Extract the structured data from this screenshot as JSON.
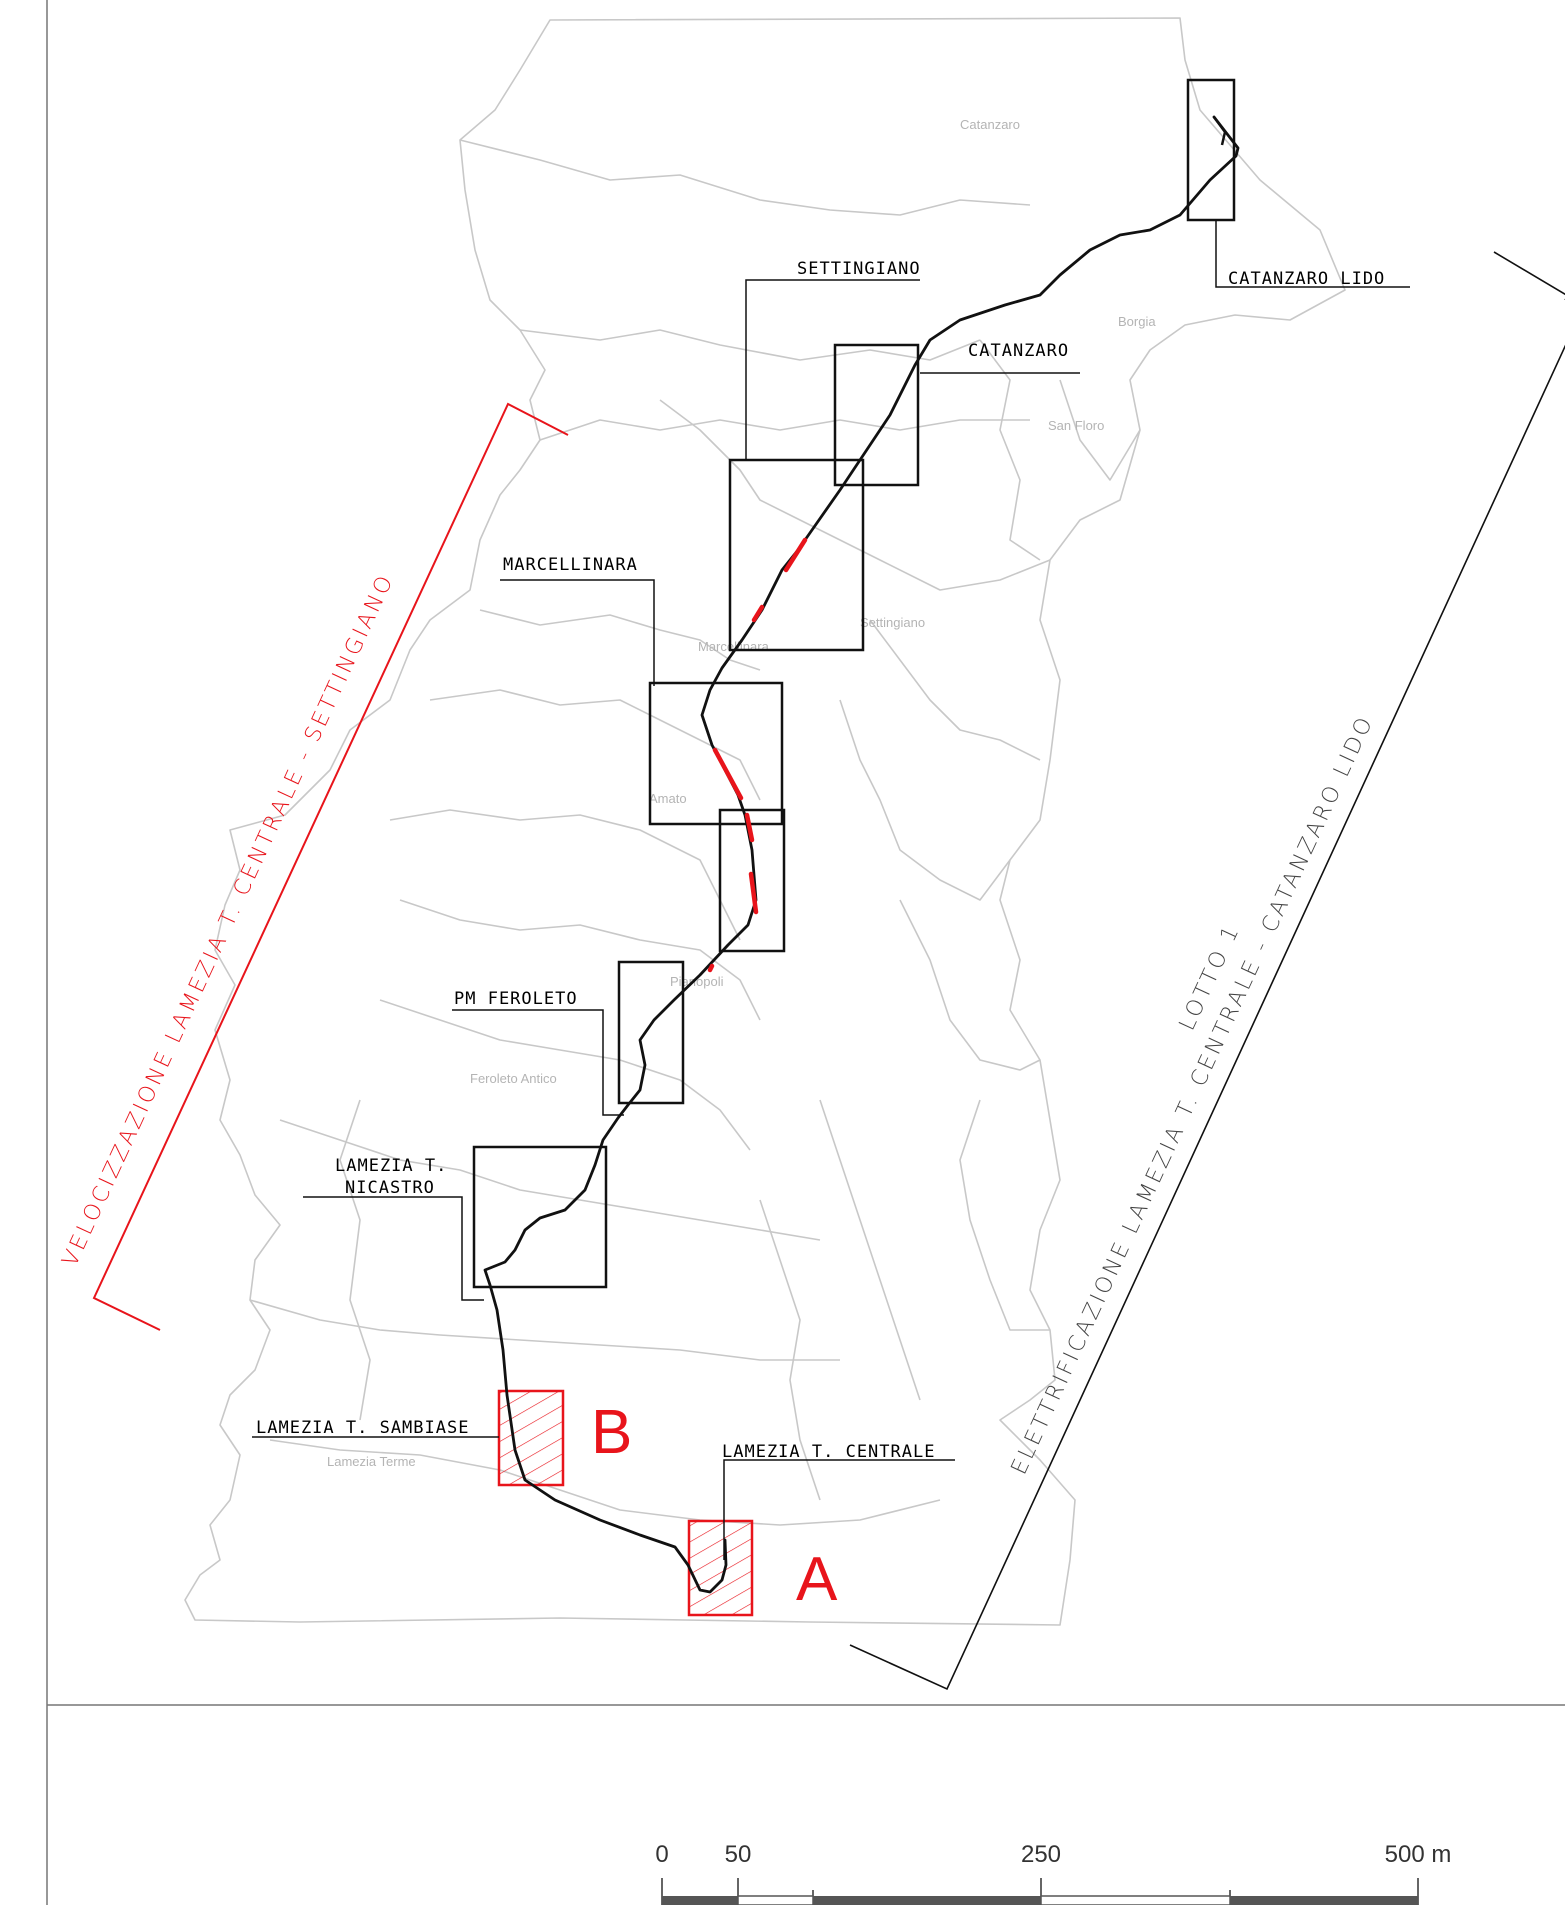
{
  "towns": [
    {
      "id": "catanzaro",
      "label": "Catanzaro"
    },
    {
      "id": "borgia",
      "label": "Borgia"
    },
    {
      "id": "san-floro",
      "label": "San Floro"
    },
    {
      "id": "settingiano",
      "label": "Settingiano"
    },
    {
      "id": "marcellinara",
      "label": "Marcellinara"
    },
    {
      "id": "amato",
      "label": "Amato"
    },
    {
      "id": "pianopoli",
      "label": "Pianopoli"
    },
    {
      "id": "feroleto-antico",
      "label": "Feroleto Antico"
    },
    {
      "id": "lamezia-terme",
      "label": "Lamezia Terme"
    }
  ],
  "stations": [
    {
      "id": "catanzaro-lido",
      "label": "CATANZARO LIDO"
    },
    {
      "id": "settingiano",
      "label": "SETTINGIANO"
    },
    {
      "id": "catanzaro",
      "label": "CATANZARO"
    },
    {
      "id": "marcellinara",
      "label": "MARCELLINARA"
    },
    {
      "id": "pm-feroleto",
      "label": "PM FEROLETO"
    },
    {
      "id": "lamezia-nicastro",
      "label": "LAMEZIA T.",
      "label2": "NICASTRO"
    },
    {
      "id": "lamezia-sambiase",
      "label": "LAMEZIA T. SAMBIASE"
    },
    {
      "id": "lamezia-centrale",
      "label": "LAMEZIA T. CENTRALE"
    }
  ],
  "highlight_sites": [
    {
      "id": "A",
      "label": "A"
    },
    {
      "id": "B",
      "label": "B"
    }
  ],
  "lots": {
    "velocizzazione": "VELOCIZZAZIONE LAMEZIA T. CENTRALE - SETTINGIANO",
    "lotto_title": "LOTTO 1",
    "elettrificazione": "ELETTRIFICAZIONE LAMEZIA T. CENTRALE - CATANZARO LIDO"
  },
  "scale_bar": {
    "ticks": [
      "0",
      "50",
      "250",
      "500 m"
    ]
  },
  "colors": {
    "boundary": "#c8c8c8",
    "railway": "#111111",
    "highlight": "#e8141b",
    "label": "#000000",
    "town": "#b4b4b4"
  }
}
